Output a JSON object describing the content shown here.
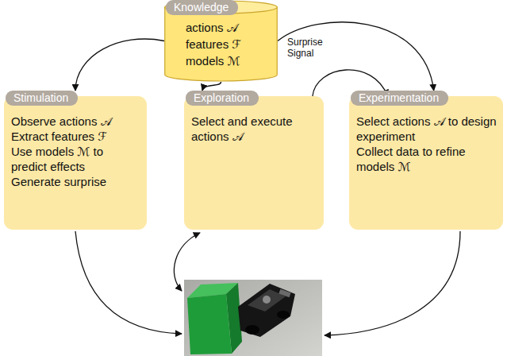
{
  "diagram": {
    "nodes": [
      {
        "text": [
          "Knowledge",
          "actions 𝒜",
          "features ℱ",
          "models ℳ"
        ]
      },
      {
        "text": [
          "Stimulation",
          "Observe actions 𝒜",
          "Extract features ℱ",
          "Use models ℳ to predict effects",
          "Generate surprise"
        ]
      },
      {
        "text": [
          "Exploration",
          "Select and execute actions 𝒜"
        ]
      },
      {
        "text": [
          "Experimentation",
          "Select actions 𝒜 to design experiment",
          "Collect data to refine models ℳ"
        ]
      }
    ],
    "edges": [
      {
        "from": 0,
        "to": 1,
        "arrow": "to"
      },
      {
        "from": 0,
        "to": 2,
        "arrow": "to"
      },
      {
        "from": 0,
        "to": 3,
        "arrow": "to"
      },
      {
        "from": 2,
        "to": 3,
        "label": "Surprise Signal",
        "arrow": "to"
      }
    ]
  }
}
